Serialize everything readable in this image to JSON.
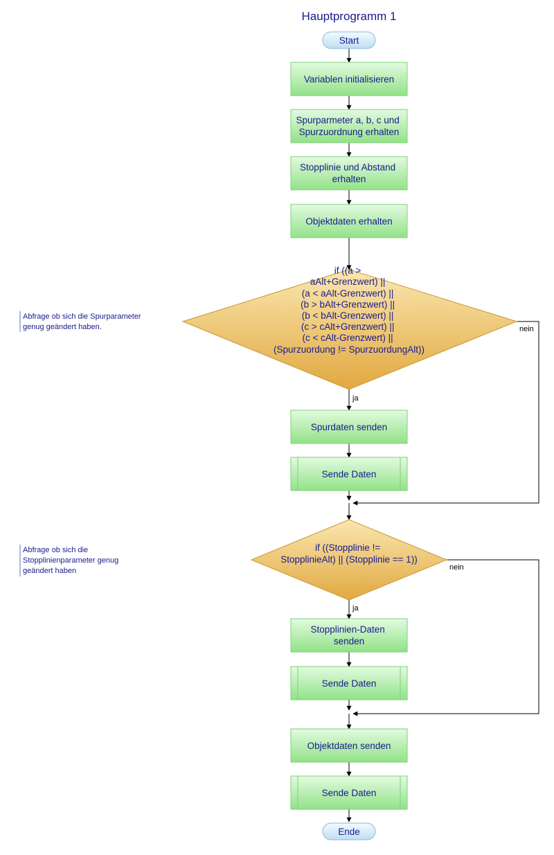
{
  "title": "Hauptprogramm 1",
  "colors": {
    "text": "#1a1a8c",
    "process_fill": "#b9f0b0",
    "decision_fill": "#f0c870",
    "terminal_fill": "#d8ecf8"
  },
  "start": "Start",
  "end": "Ende",
  "steps": {
    "init": "Variablen initialisieren",
    "spur_params": [
      "Spurparmeter a, b, c und",
      "Spurzuordnung erhalten"
    ],
    "stopp_abstand": [
      "Stopplinie und Abstand",
      "erhalten"
    ],
    "objekt_erhalten": "Objektdaten erhalten",
    "spur_senden": "Spurdaten senden",
    "sende_daten_1": "Sende Daten",
    "stopp_senden": [
      "Stopplinien-Daten",
      "senden"
    ],
    "sende_daten_2": "Sende Daten",
    "objekt_senden": "Objektdaten senden",
    "sende_daten_3": "Sende Daten"
  },
  "decision1": {
    "lines": [
      "if ((a >",
      "aAlt+Grenzwert) ||",
      "(a < aAlt-Grenzwert) ||",
      "(b > bAlt+Grenzwert) ||",
      "(b < bAlt-Grenzwert) ||",
      "(c > cAlt+Grenzwert) ||",
      "(c < cAlt-Grenzwert) ||",
      "(Spurzuordung != SpurzuordungAlt))"
    ],
    "yes": "ja",
    "no": "nein"
  },
  "decision2": {
    "lines": [
      "if ((Stopplinie !=",
      "StopplinieAlt) || (Stopplinie == 1))"
    ],
    "yes": "ja",
    "no": "nein"
  },
  "comments": {
    "c1": [
      "Abfrage ob sich die Spurparameter",
      "genug geändert haben."
    ],
    "c2": [
      "Abfrage ob sich die",
      "Stopplinienparameter genug",
      "geändert haben"
    ]
  }
}
